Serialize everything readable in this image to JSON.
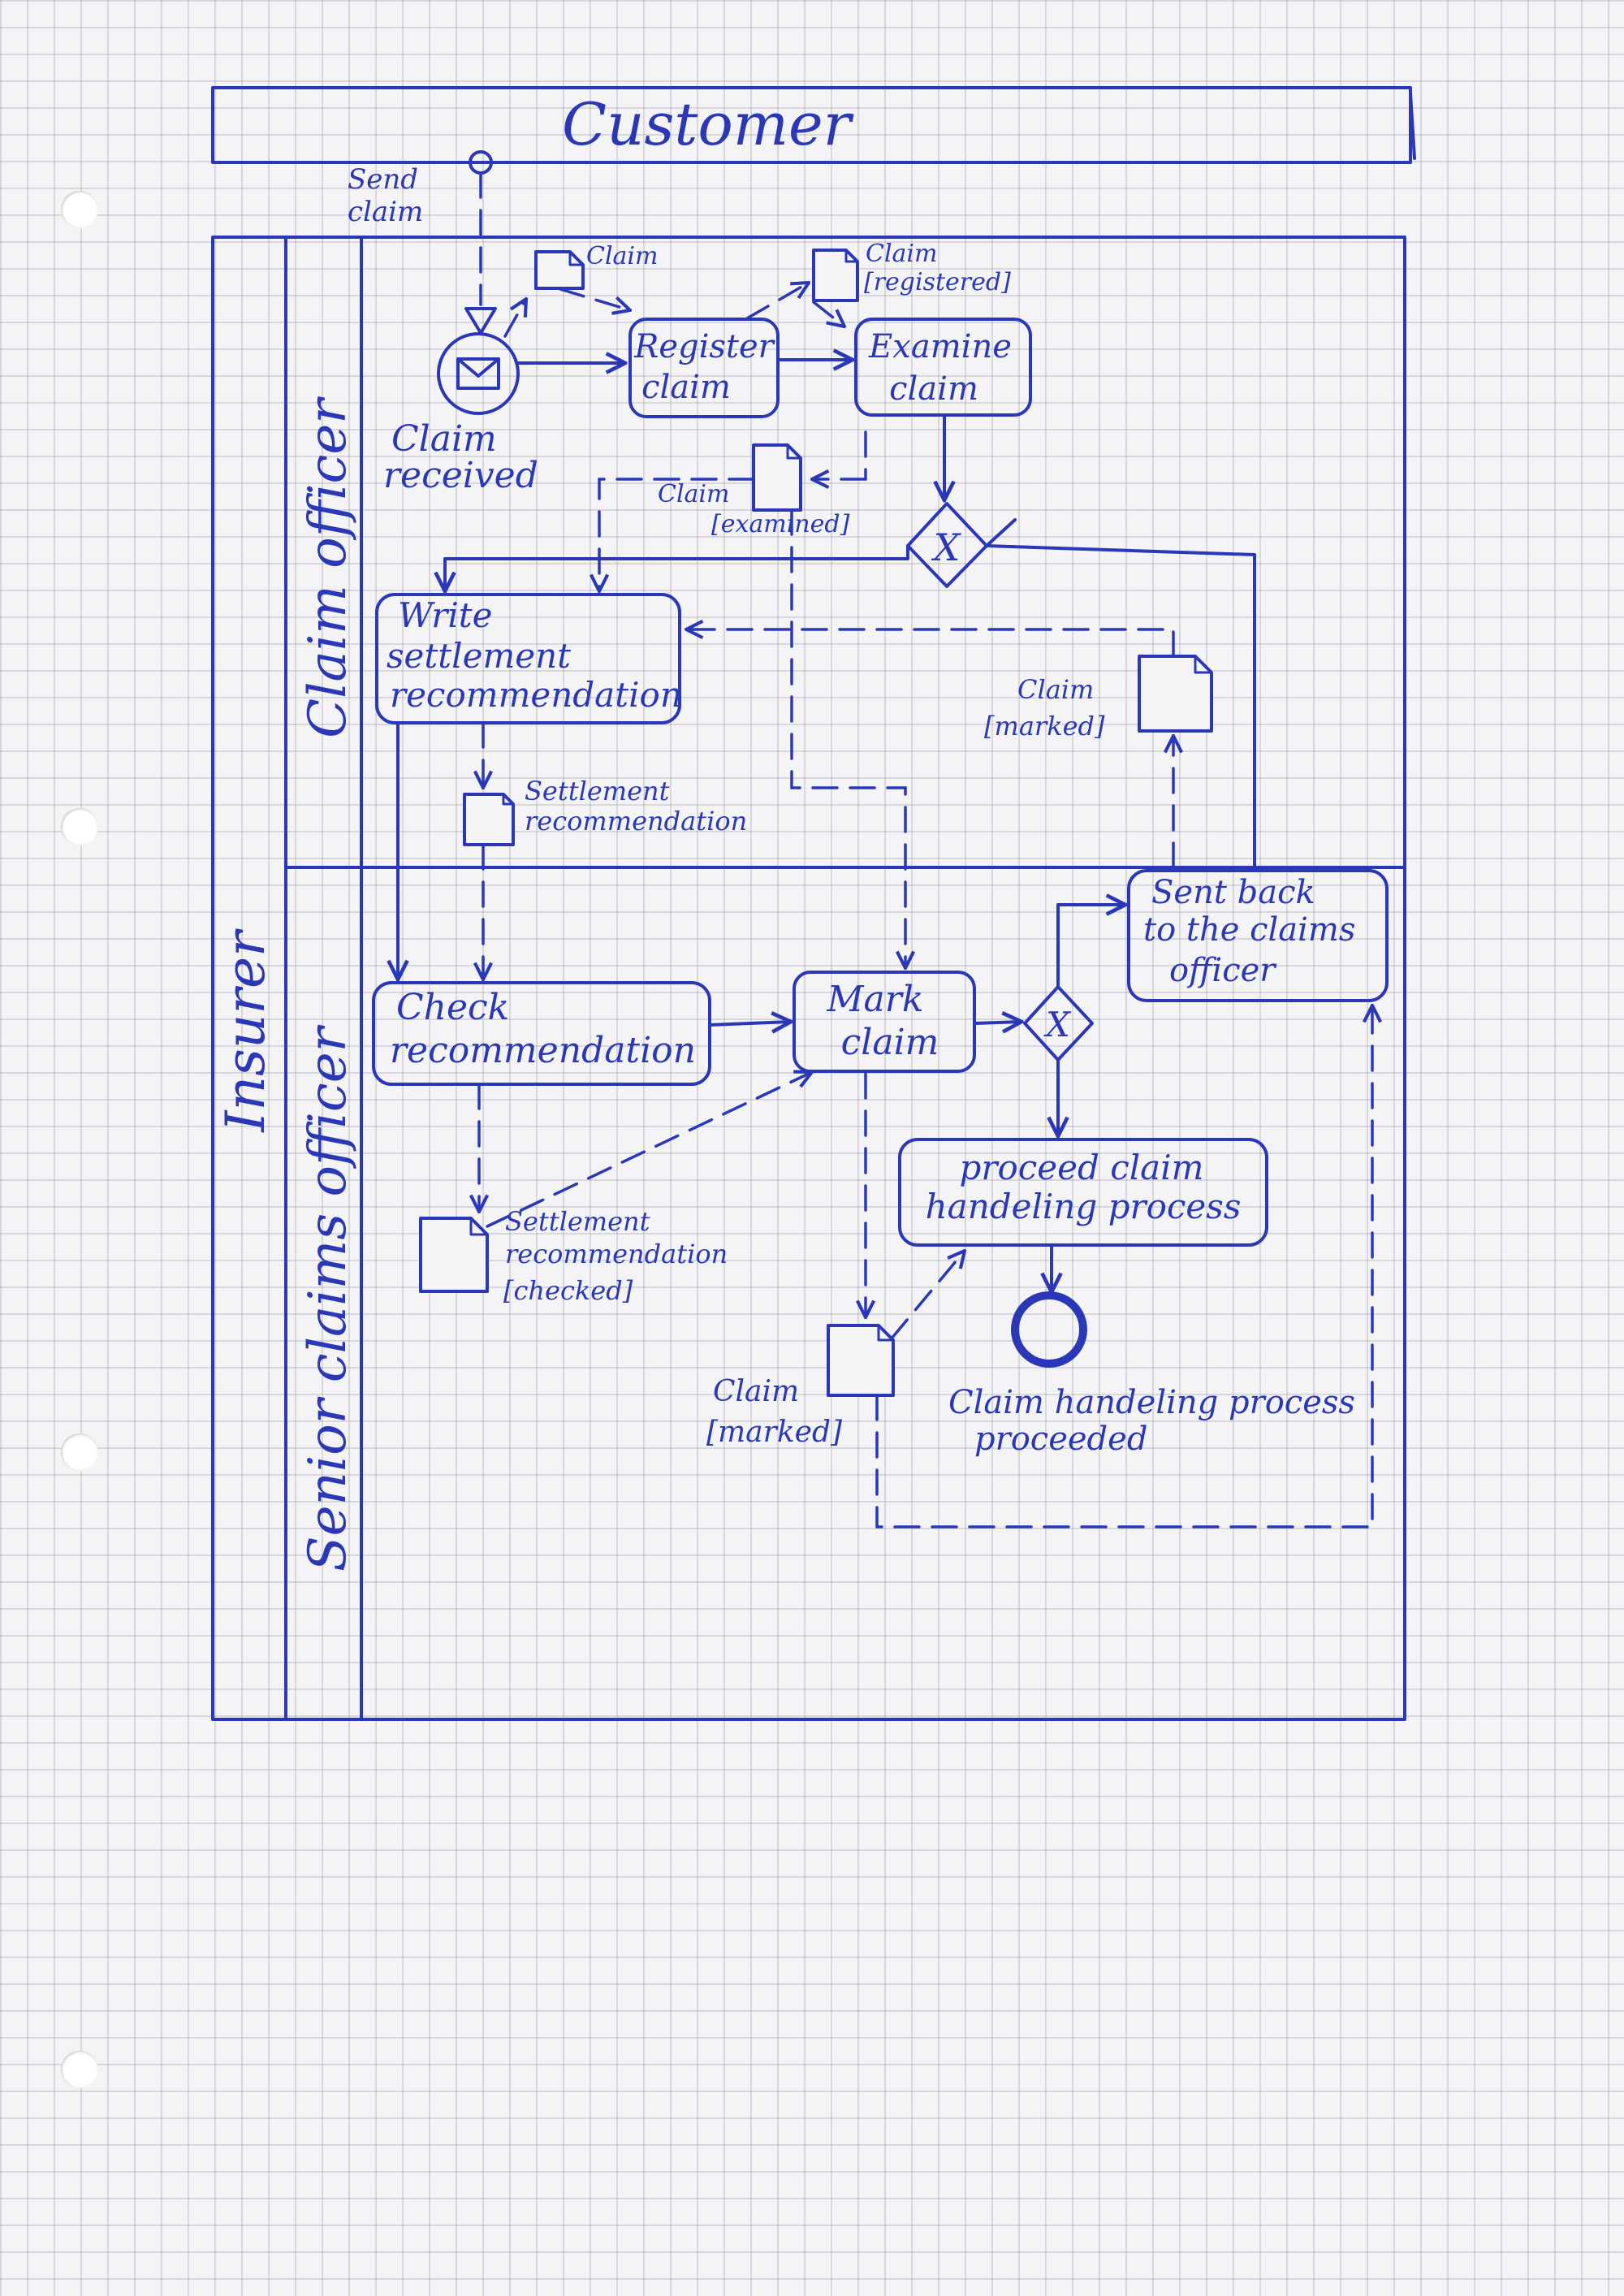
{
  "pools": {
    "customer": "Customer",
    "insurer": "Insurer"
  },
  "lanes": {
    "claims_officer": "Claim officer",
    "senior_claims_officer": "Senior claims officer"
  },
  "flows": {
    "send_claim_1": "Send",
    "send_claim_2": "claim"
  },
  "events": {
    "claim_received_1": "Claim",
    "claim_received_2": "received",
    "end_1": "Claim handeling process",
    "end_2": "proceeded"
  },
  "tasks": {
    "register_1": "Register",
    "register_2": "claim",
    "examine_1": "Examine",
    "examine_2": "claim",
    "write_1": "Write",
    "write_2": "settlement",
    "write_3": "recommendation",
    "check_1": "Check",
    "check_2": "recommendation",
    "mark_1": "Mark",
    "mark_2": "claim",
    "sent_back_1": "Sent back",
    "sent_back_2": "to the claims",
    "sent_back_3": "officer",
    "proceed_1": "proceed claim",
    "proceed_2": "handeling process"
  },
  "data_objects": {
    "claim": "Claim",
    "claim_registered_1": "Claim",
    "claim_registered_2": "[registered]",
    "claim_examined_1": "Claim",
    "claim_examined_2": "[examined]",
    "claim_marked_top_1": "Claim",
    "claim_marked_top_2": "[marked]",
    "settlement_1": "Settlement",
    "settlement_2": "recommendation",
    "settlement_checked_1": "Settlement",
    "settlement_checked_2": "recommendation",
    "settlement_checked_3": "[checked]",
    "claim_marked_bottom_1": "Claim",
    "claim_marked_bottom_2": "[marked]"
  },
  "gateways": {
    "examine_gateway_symbol": "X",
    "mark_gateway_symbol": "X"
  },
  "colors": {
    "ink": "#2a38b8",
    "paper": "#f4f4f6",
    "grid": "#8c8c96"
  }
}
